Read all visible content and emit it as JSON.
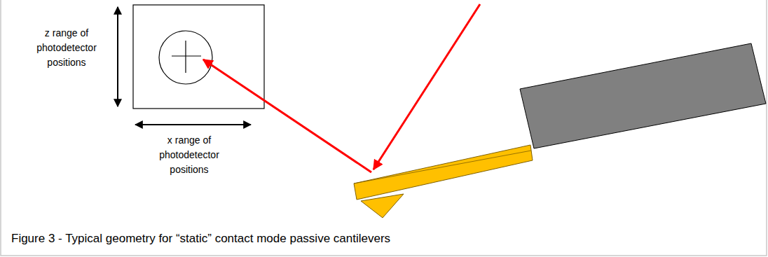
{
  "diagram": {
    "caption": "Figure 3 - Typical geometry for “static” contact mode passive cantilevers",
    "labels": [
      "z range of photodetector positions",
      "x range of photodetector positions"
    ]
  }
}
